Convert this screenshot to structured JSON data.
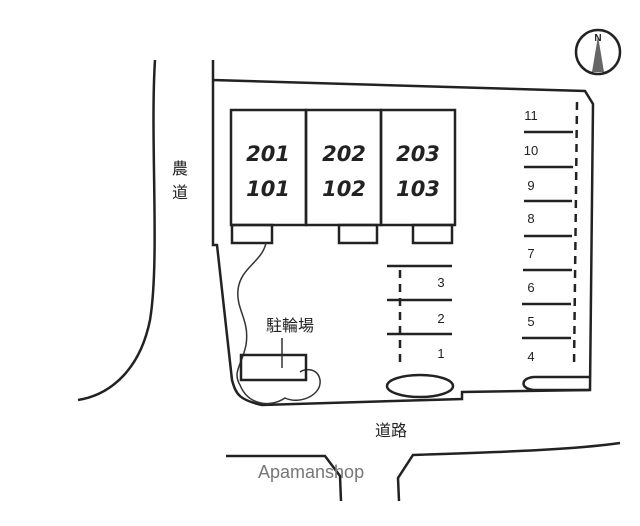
{
  "units": [
    {
      "upper": "201",
      "lower": "101"
    },
    {
      "upper": "202",
      "lower": "102"
    },
    {
      "upper": "203",
      "lower": "103"
    }
  ],
  "parking_right": [
    "11",
    "10",
    "9",
    "8",
    "7",
    "6",
    "5",
    "4"
  ],
  "parking_left": [
    "3",
    "2",
    "1"
  ],
  "labels": {
    "bicycle_parking": "駐輪場",
    "farm_road": "農道",
    "road": "道路",
    "north": "N"
  },
  "watermark": "Apamanshop"
}
